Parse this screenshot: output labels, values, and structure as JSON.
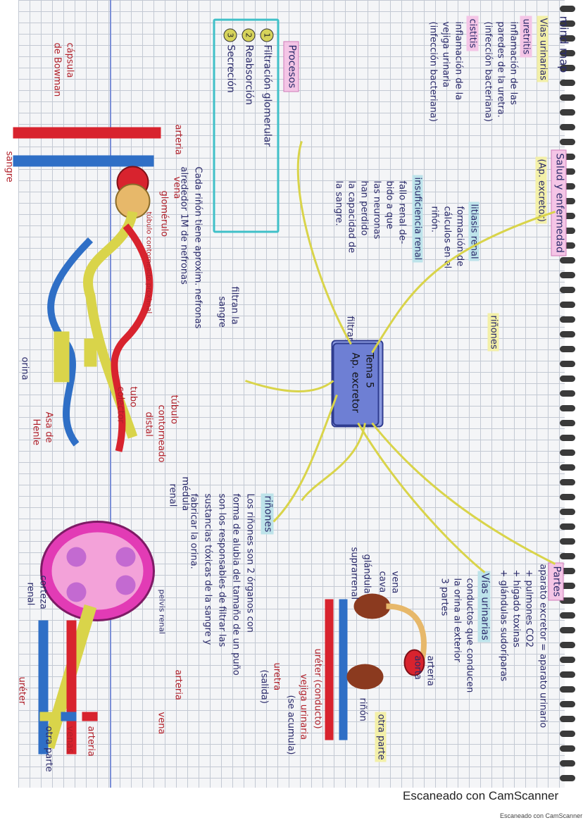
{
  "header": {
    "title": "mind map"
  },
  "central": {
    "line1": "Tema 5",
    "line2": "Ap. excretor"
  },
  "salud": {
    "title": "Salud y enfermedad",
    "subtitle": "(Ap. excretor)"
  },
  "vias_section": {
    "title": "Vías urinarias",
    "uretritis_title": "uretritis",
    "uretritis_lines": [
      "inflamación de las",
      "paredes de la uretra.",
      "(infección bacteriana)"
    ],
    "cistitis_title": "cistitis",
    "cistitis_lines": [
      "inflamación de la",
      "vejiga urinaria",
      "(infección bacteriana)"
    ]
  },
  "rinones_section": {
    "title": "riñones",
    "litiasis_title": "litiasis renal",
    "litiasis_lines": [
      "formación de",
      "cálculos en el",
      "riñón."
    ],
    "insuf_title": "insuficiencia renal",
    "insuf_lines": [
      "fallo renal de-",
      "bido a que",
      "las neuronas",
      "han perdido",
      "la capacidad de",
      "filtrar",
      "la sangre."
    ]
  },
  "procesos": {
    "label": "Procesos",
    "items": [
      {
        "n": "1",
        "text": "Filtración glomerular"
      },
      {
        "n": "2",
        "text": "Reabsorción"
      },
      {
        "n": "3",
        "text": "Secreción"
      }
    ]
  },
  "nefronas": {
    "line1": "Cada riñón tiene aproxim. nefronas",
    "line2": "alrededor 1M de nefronas",
    "filtran": "filtran la",
    "sangre": "sangre"
  },
  "nephron_labels": {
    "capsula": "cápsula",
    "bowman": "de Bowman",
    "arteria": "arteria",
    "sangre": "sangre",
    "vena": "vena",
    "glomerulo": "glomérulo",
    "tubulo_prox": "túbulo contorneado proximal",
    "tubulo_distal_1": "túbulo",
    "tubulo_distal_2": "contorneado",
    "tubulo_distal_3": "distal",
    "tubo_1": "tubo",
    "tubo_2": "colector",
    "asa_1": "Asa de",
    "asa_2": "Henle",
    "orina": "orina"
  },
  "kidney_labels": {
    "medula_1": "médula",
    "medula_2": "renal",
    "corteza_1": "corteza",
    "corteza_2": "renal",
    "pelvis": "pelvis renal",
    "ureter": "uréter",
    "arteria": "arteria",
    "vena": "vena"
  },
  "rinones_box": {
    "title": "riñones",
    "lines": [
      "Los riñones son 2 órganos con",
      "forma de alubia del tamaño de un puño",
      "son los responsables de filtrar las",
      "sustancias tóxicas de la sangre y",
      "fabricar la orina."
    ]
  },
  "partes": {
    "label": "Partes",
    "lines": [
      "aparato excretor = aparato urinario",
      "+ pulmones CO2",
      "+ hígado toxinas",
      "+ glándulas sudoríparas"
    ]
  },
  "vias_urinarias": {
    "title": "Vías urinarias",
    "lines": [
      "conductos que conducen",
      "la orina al exterior",
      "3 partes"
    ]
  },
  "system_labels": {
    "glandula_1": "glándula",
    "glandula_2": "suprarrenal",
    "vena_cava_1": "vena",
    "vena_cava_2": "cava",
    "arteria_1": "arteria",
    "arteria_2": "aorta",
    "ureter": "uréter (conducto)",
    "vejiga_1": "vejiga urinaria",
    "vejiga_2": "(se acumula)",
    "uretra_1": "uretra",
    "uretra_2": "(salida)",
    "rinon": "riñón",
    "otra_parte": "otra parte"
  },
  "legend": {
    "arteria": "arteria",
    "venas": "venas",
    "otra": "otra parte"
  },
  "footer": {
    "big": "Escaneado con CamScanner",
    "small": "Escaneado con CamScanner"
  },
  "colors": {
    "arteria": "#d8232e",
    "vena": "#2f6fc6",
    "tubule": "#d9d44a",
    "procesos_box": "#3fc0c8",
    "highlight_pink": "#f4c5e6"
  }
}
